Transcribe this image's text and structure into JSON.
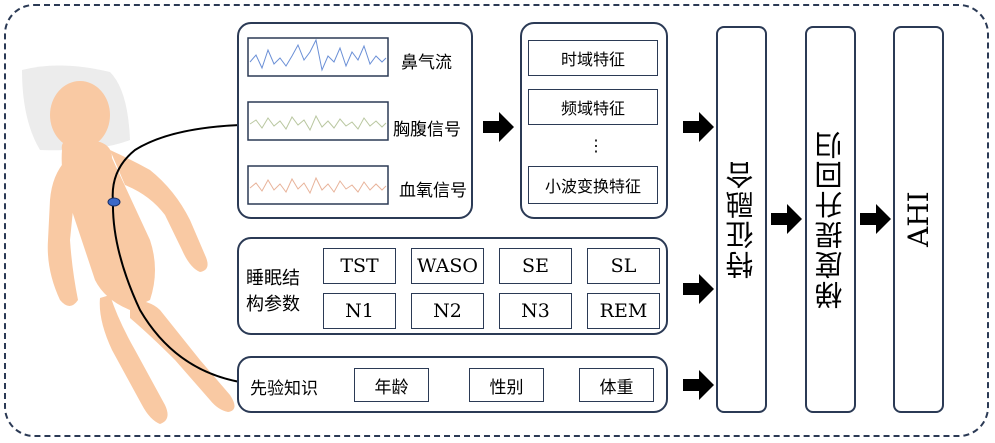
{
  "signals": {
    "items": [
      {
        "label": "鼻气流",
        "color": "#6a8fd6"
      },
      {
        "label": "胸腹信号",
        "color": "#b9c7a0"
      },
      {
        "label": "血氧信号",
        "color": "#e8b39a"
      }
    ]
  },
  "features": {
    "items": [
      "时域特征",
      "频域特征",
      "小波变换特征"
    ],
    "ellipsis": "⋮"
  },
  "sleep": {
    "title_line1": "睡眠结",
    "title_line2": "构参数",
    "row1": [
      "TST",
      "WASO",
      "SE",
      "SL"
    ],
    "row2": [
      "N1",
      "N2",
      "N3",
      "REM"
    ]
  },
  "prior": {
    "title": "先验知识",
    "items": [
      "年龄",
      "性别",
      "体重"
    ]
  },
  "fusion": {
    "label": "特征融合"
  },
  "gbr": {
    "label": "梯度提升回归"
  },
  "output": {
    "label": "AHI"
  },
  "colors": {
    "border": "#2b3a55",
    "skin": "#f9c9a3",
    "pillow": "#ececec"
  }
}
